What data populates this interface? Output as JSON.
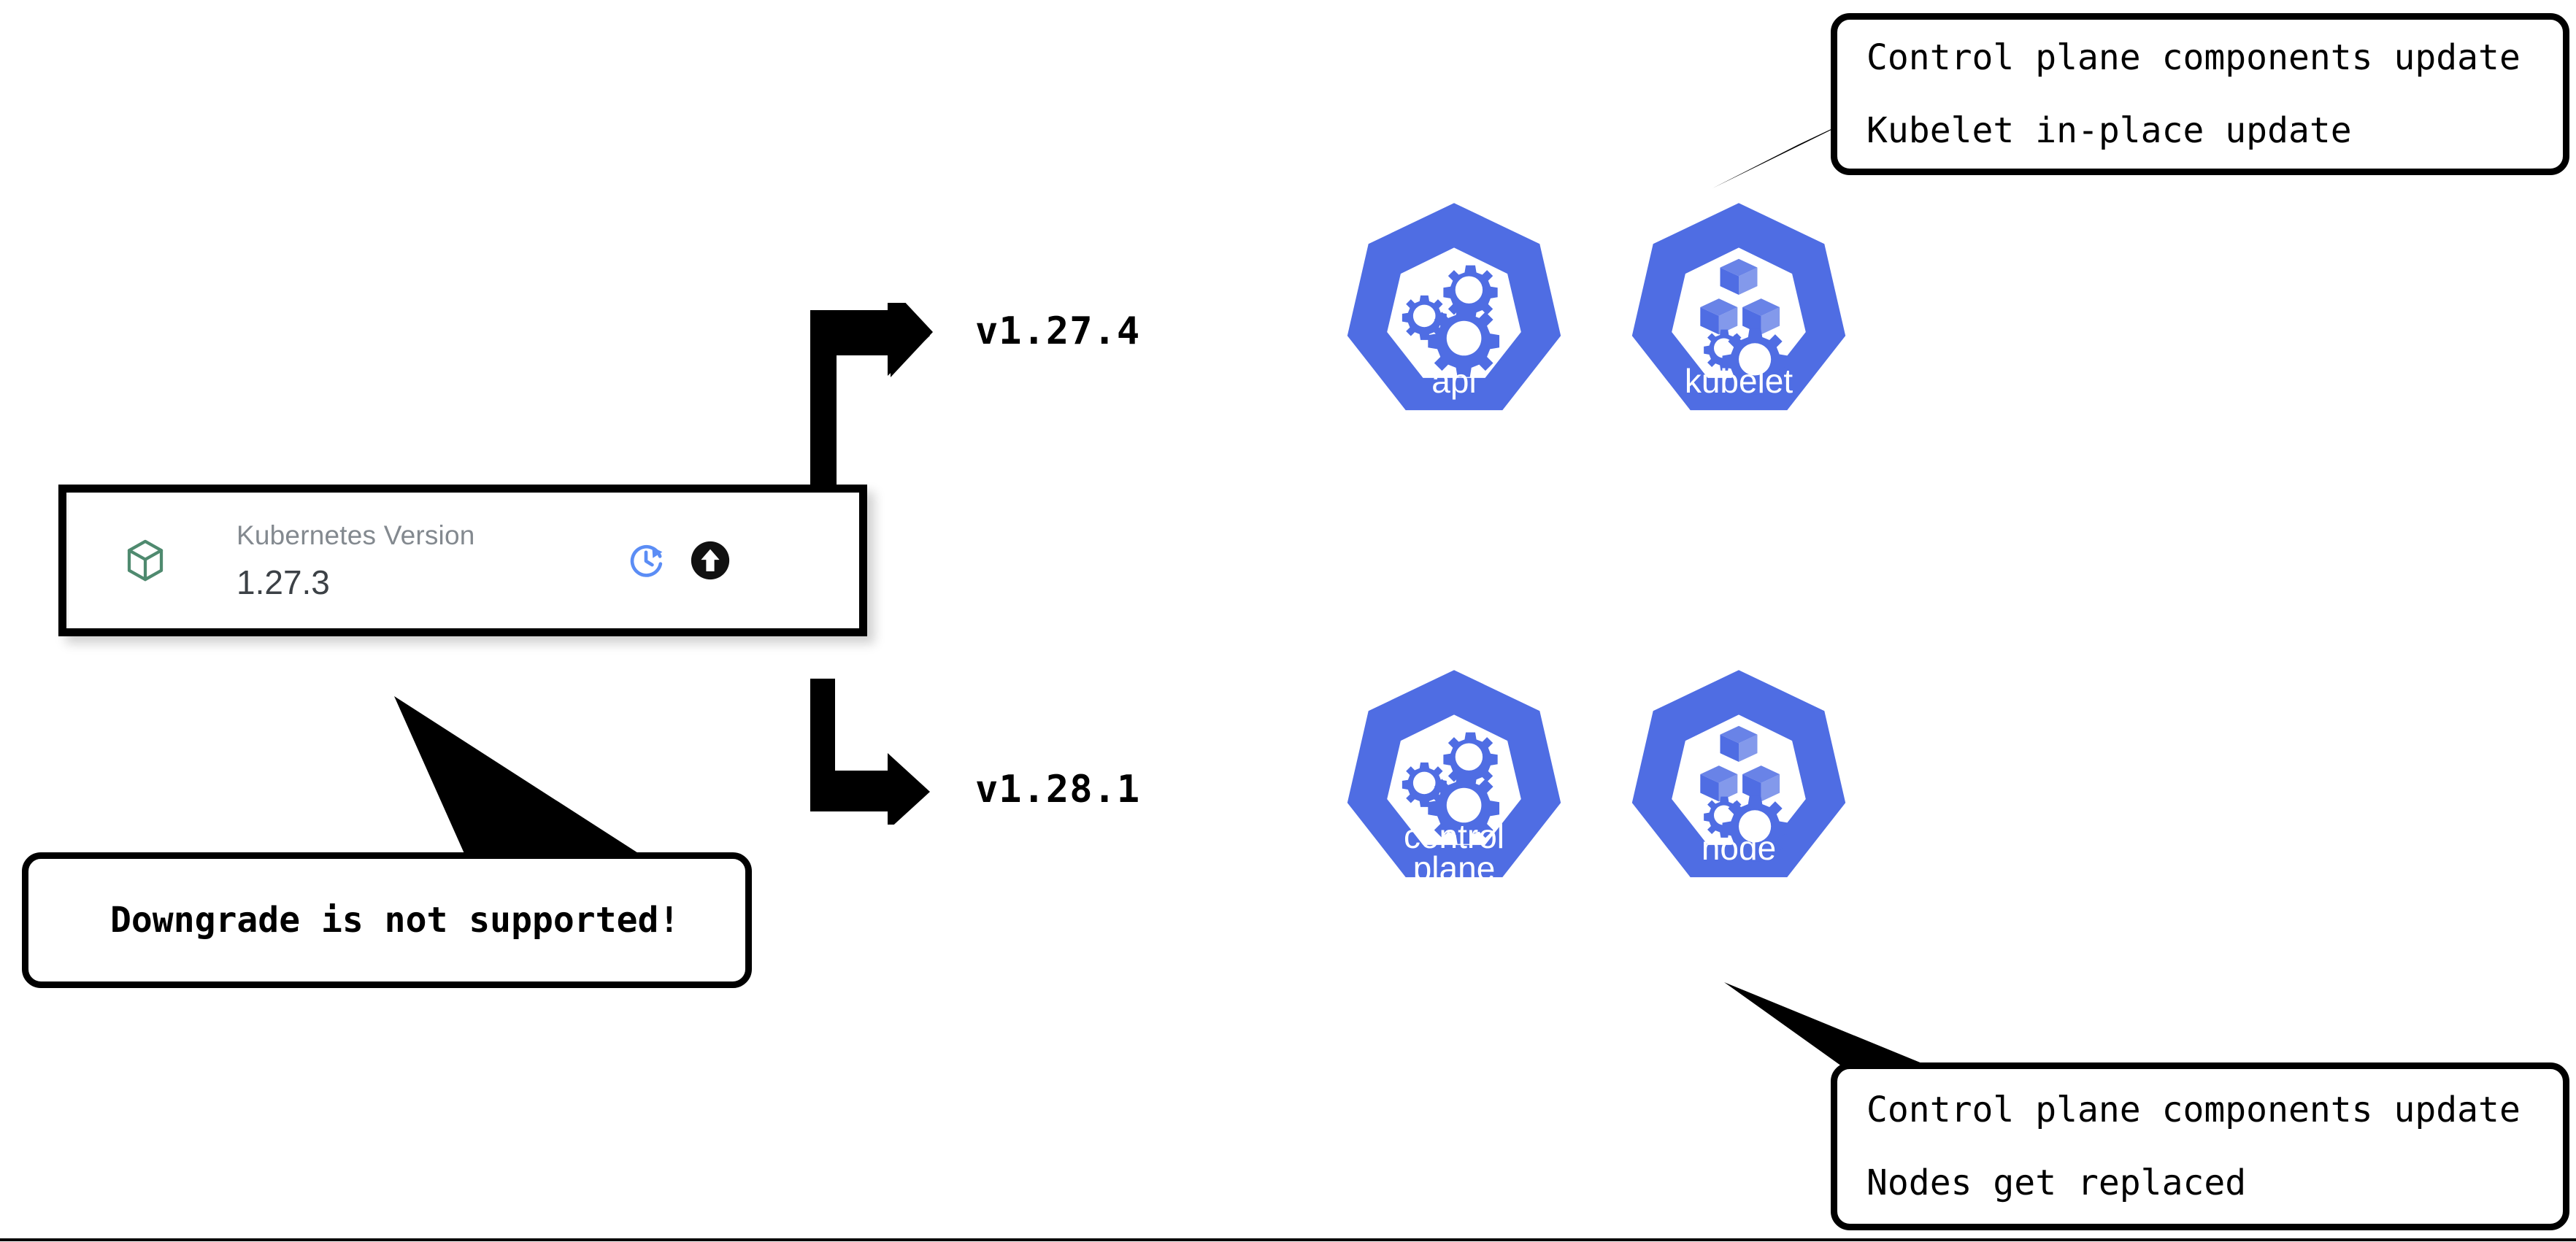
{
  "version_card": {
    "icon": "green-cube-icon",
    "label": "Kubernetes Version",
    "value": "1.27.3",
    "actions": [
      {
        "name": "history-restore-icon",
        "color": "#5b8df5"
      },
      {
        "name": "upgrade-arrow-button",
        "color": "#111111"
      }
    ]
  },
  "branches": [
    {
      "name": "upgrade-patch",
      "version_label": "v1.27.4"
    },
    {
      "name": "upgrade-minor",
      "version_label": "v1.28.1"
    }
  ],
  "logos": [
    {
      "name": "api",
      "caption": [
        "api"
      ],
      "glyph": "gears"
    },
    {
      "name": "kubelet",
      "caption": [
        "kubelet"
      ],
      "glyph": "cubes-gears"
    },
    {
      "name": "control-plane",
      "caption": [
        "control",
        "plane"
      ],
      "glyph": "gears"
    },
    {
      "name": "node",
      "caption": [
        "node"
      ],
      "glyph": "cubes-gears"
    }
  ],
  "callouts": [
    {
      "name": "patch-upgrade-callout",
      "lines": [
        "Control plane components update",
        "Kubelet in-place update"
      ],
      "bold": false
    },
    {
      "name": "downgrade-warning-callout",
      "lines": [
        "Downgrade is not supported!"
      ],
      "bold": true
    },
    {
      "name": "minor-upgrade-callout",
      "lines": [
        "Control plane components update",
        "Nodes get replaced"
      ],
      "bold": false
    }
  ],
  "colors": {
    "k8s_blue": "#4f6de3",
    "cube_green": "#4f8a6f",
    "history_blue": "#5b8df5",
    "card_label_gray": "#83898f",
    "card_value_gray": "#3c4146",
    "outline_black": "#000000"
  }
}
